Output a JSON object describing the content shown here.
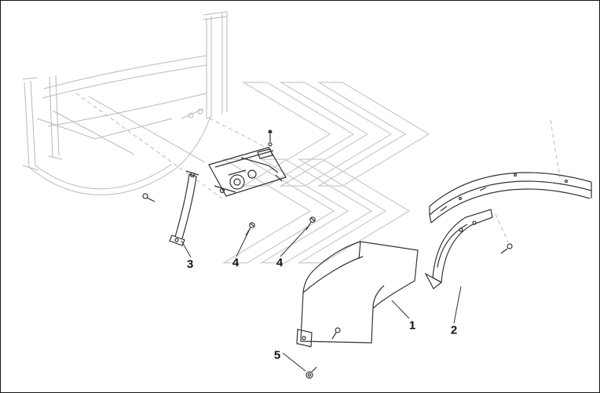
{
  "diagram": {
    "callouts": [
      {
        "text": "1"
      },
      {
        "text": "2"
      },
      {
        "text": "3"
      },
      {
        "text": "4"
      },
      {
        "text": "4"
      },
      {
        "text": "5"
      }
    ],
    "colors": {
      "background": "#ffffff",
      "border": "#151515",
      "partLine": "#333333",
      "faintLine": "#b9b9b9",
      "watermark": "#cbcbcb",
      "calloutText": "#111111"
    }
  }
}
